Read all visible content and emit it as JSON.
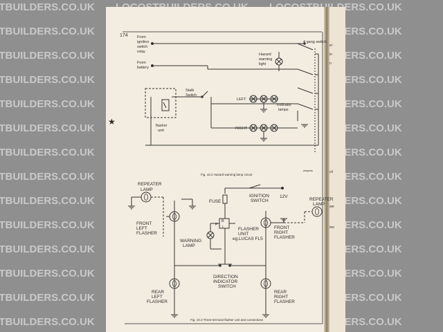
{
  "watermark": {
    "text": "LOCOSTBUILDERS.CO.UK"
  },
  "page": {
    "number": "174"
  },
  "fig1": {
    "caption": "Fig. 10.2 Hazard warning lamp circuit",
    "corner_mark": "wiopwic",
    "labels": {
      "from_ignition_1": "From",
      "from_ignition_2": "ignition",
      "from_ignition_3": "switch",
      "from_ignition_4": "relay",
      "from_battery_1": "From",
      "from_battery_2": "battery",
      "gang_switch": "4 gang switch",
      "hazard_1": "Hazard",
      "hazard_2": "warning",
      "hazard_3": "light",
      "stalk_1": "Stalk",
      "stalk_2": "Switch",
      "left": "LEFT",
      "right": "RIGHT",
      "indicator_1": "Indicator",
      "indicator_2": "lamps",
      "flasher_1": "flasher",
      "flasher_2": "unit"
    }
  },
  "fig2": {
    "caption": "Fig. 10.3 Three-terminal flasher unit and connections",
    "labels": {
      "repeater_lamp_1": "REPEATER",
      "repeater_lamp_2": "LAMP",
      "repeater_right_1": "REPEATER",
      "repeater_right_2": "LAMP",
      "ignition_1": "IGNITION",
      "ignition_2": "SWITCH",
      "volt": "12V",
      "fuse": "FUSE",
      "front_left_1": "FRONT",
      "front_left_2": "LEFT",
      "front_left_3": "FLASHER",
      "front_right_1": "FRONT",
      "front_right_2": "RIGHT",
      "front_right_3": "FLASHER",
      "flasher_unit_1": "FLASHER",
      "flasher_unit_2": "UNIT",
      "flasher_unit_3": "eg.LUCAS FL5",
      "term_b": "B",
      "term_p": "P",
      "term_l": "L",
      "warning_1": "WARNING",
      "warning_2": "LAMP",
      "direction_1": "DIRECTION",
      "direction_2": "INDICATOR",
      "direction_3": "SWITCH",
      "rear_left_1": "REAR",
      "rear_left_2": "LEFT",
      "rear_left_3": "FLASHER",
      "rear_right_1": "REAR",
      "rear_right_2": "RIGHT",
      "rear_right_3": "FLASHER"
    }
  },
  "next_page_fragments": [
    "el",
    "in",
    "n",
    "cil",
    "ser",
    "mo"
  ]
}
